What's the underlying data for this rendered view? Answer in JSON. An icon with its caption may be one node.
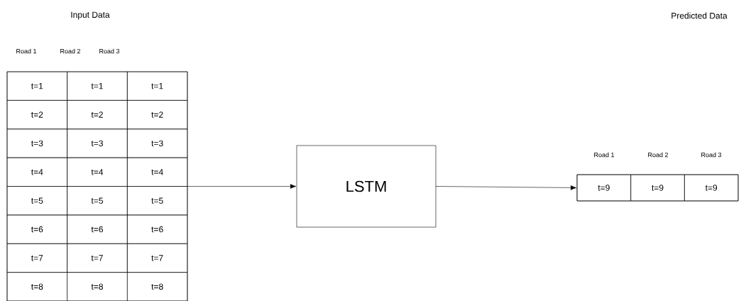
{
  "diagram": {
    "nodes": [
      {
        "text": [],
        "shape": "box"
      },
      {
        "text": [
          "t=1"
        ],
        "in": 0
      },
      {
        "text": [
          "t=1"
        ],
        "in": 0
      },
      {
        "text": [
          "t=1"
        ],
        "in": 0
      },
      {
        "text": [
          "t=2"
        ],
        "in": 0
      },
      {
        "text": [
          "t=2"
        ],
        "in": 0
      },
      {
        "text": [
          "t=2"
        ],
        "in": 0
      },
      {
        "text": [
          "t=3"
        ],
        "in": 0
      },
      {
        "text": [
          "t=3"
        ],
        "in": 0
      },
      {
        "text": [
          "t=3"
        ],
        "in": 0
      },
      {
        "text": [
          "t=4"
        ],
        "in": 0
      },
      {
        "text": [
          "t=4"
        ],
        "in": 0
      },
      {
        "text": [
          "t=4"
        ],
        "in": 0
      },
      {
        "text": [
          "t=5"
        ],
        "in": 0
      },
      {
        "text": [
          "t=5"
        ],
        "in": 0
      },
      {
        "text": [
          "t=5"
        ],
        "in": 0
      },
      {
        "text": [
          "t=6"
        ],
        "in": 0
      },
      {
        "text": [
          "t=6"
        ],
        "in": 0
      },
      {
        "text": [
          "t=6"
        ],
        "in": 0
      },
      {
        "text": [
          "t=7"
        ],
        "in": 0
      },
      {
        "text": [
          "t=7"
        ],
        "in": 0
      },
      {
        "text": [
          "t=7"
        ],
        "in": 0
      },
      {
        "text": [
          "t=8"
        ],
        "in": 0
      },
      {
        "text": [
          "t=8"
        ],
        "in": 0
      },
      {
        "text": [
          "t=8"
        ],
        "in": 0
      },
      {
        "text": [
          "LSTM"
        ]
      },
      {
        "text": [],
        "shape": "box"
      },
      {
        "text": [
          "t=9"
        ],
        "in": 26
      },
      {
        "text": [
          "t=9"
        ],
        "in": 26
      },
      {
        "text": [
          "t=9"
        ],
        "in": 26
      }
    ],
    "edges": [
      {
        "from": 0,
        "to": 25,
        "arrow": "to"
      },
      {
        "from": 25,
        "to": 26,
        "arrow": "to"
      }
    ],
    "labels": [
      "Input Data",
      "Predicted Data",
      "Road 1",
      "Road 2",
      "Road 3",
      "Road 1",
      "Road 2",
      "Road 3"
    ]
  }
}
